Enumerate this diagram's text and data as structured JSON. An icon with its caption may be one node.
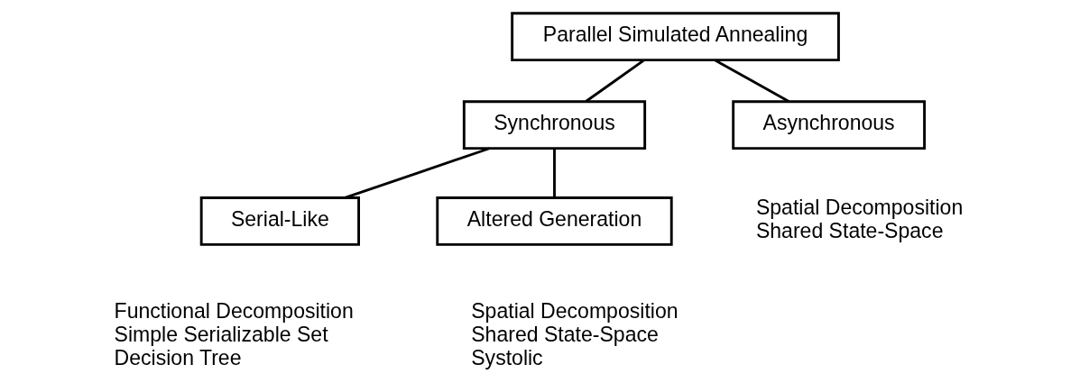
{
  "diagram": {
    "nodes": [
      {
        "text": [
          "Parallel Simulated Annealing"
        ]
      },
      {
        "text": [
          "Synchronous"
        ]
      },
      {
        "text": [
          "Asynchronous"
        ],
        "beside": [
          "Spatial Decomposition",
          "Shared State-Space"
        ]
      },
      {
        "text": [
          "Serial-Like"
        ],
        "beside": [
          "Functional Decomposition",
          "Simple Serializable Set",
          "Decision Tree"
        ]
      },
      {
        "text": [
          "Altered Generation"
        ],
        "beside": [
          "Spatial Decomposition",
          "Shared State-Space",
          "Systolic"
        ]
      }
    ],
    "edges": [
      {
        "from": 0,
        "to": 1,
        "arrow": "none"
      },
      {
        "from": 0,
        "to": 2,
        "arrow": "none"
      },
      {
        "from": 1,
        "to": 3,
        "arrow": "none"
      },
      {
        "from": 1,
        "to": 4,
        "arrow": "none"
      }
    ]
  }
}
